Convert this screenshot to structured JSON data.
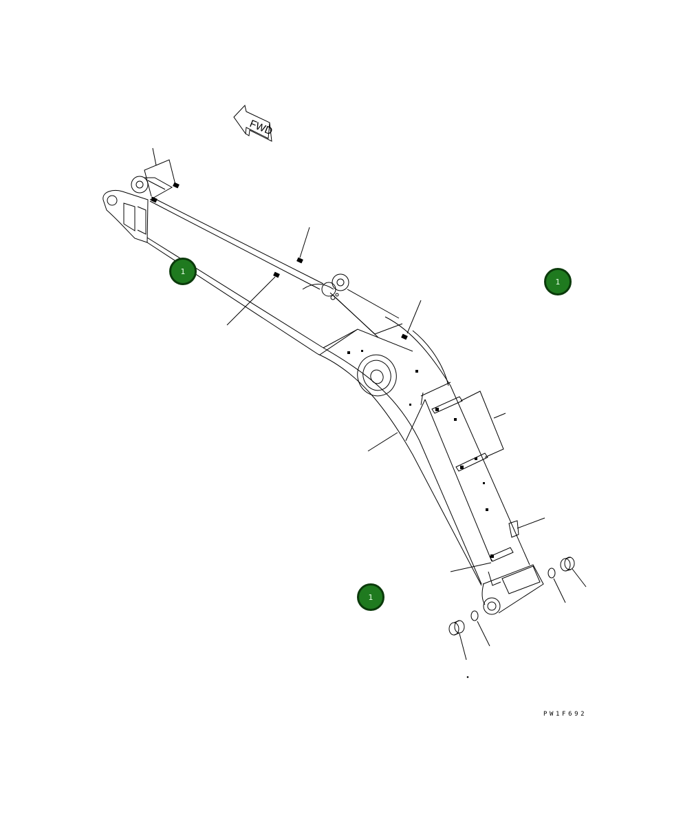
{
  "direction_label": "FWD",
  "drawing_code": "PW1F692",
  "callouts": [
    {
      "label": "1"
    },
    {
      "label": "1"
    },
    {
      "label": "1"
    }
  ],
  "colors": {
    "line": "#000000",
    "background": "#ffffff",
    "callout_fill": "#1f7a1f",
    "callout_border": "#0b3a0b"
  }
}
